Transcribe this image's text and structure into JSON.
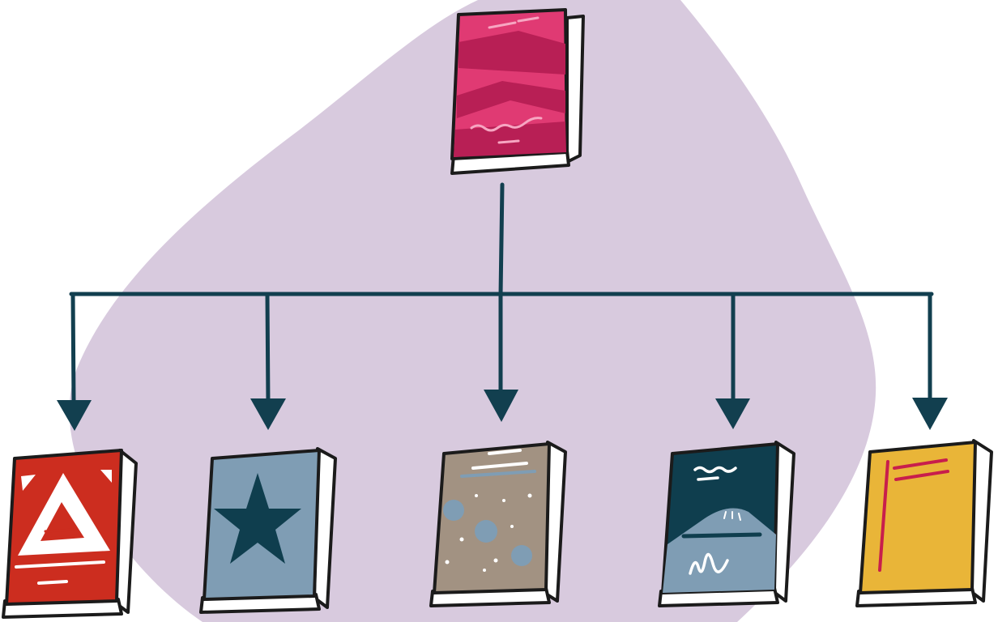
{
  "diagram": {
    "type": "hierarchy",
    "parent": {
      "icon": "book-icon",
      "cover": "magenta"
    },
    "children": [
      {
        "icon": "book-icon",
        "cover": "red",
        "motif": "triangle"
      },
      {
        "icon": "book-icon",
        "cover": "slate-blue",
        "motif": "star"
      },
      {
        "icon": "book-icon",
        "cover": "taupe",
        "motif": "dots"
      },
      {
        "icon": "book-icon",
        "cover": "dark-teal",
        "motif": "mountain"
      },
      {
        "icon": "book-icon",
        "cover": "mustard",
        "motif": "stripes"
      }
    ]
  },
  "colors": {
    "blob": "#d8cade",
    "connector": "#123f4f",
    "outline": "#1b1b1b",
    "pages": "#ffffff",
    "magenta": "#e03a73",
    "magenta_dark": "#b81f55",
    "red": "#cc2d1f",
    "slate_blue": "#7f9db4",
    "taupe": "#a29282",
    "dark_teal": "#0f3e4e",
    "mustard": "#e9b538",
    "crimson": "#c81e4c"
  }
}
